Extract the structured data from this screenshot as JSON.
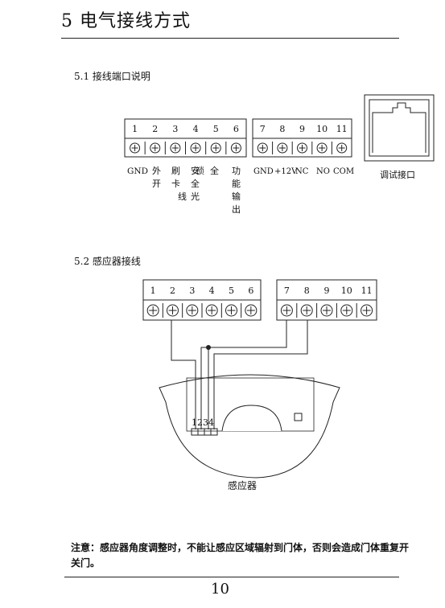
{
  "header": {
    "chapter_title": "5 电气接线方式"
  },
  "section1": {
    "heading": "5.1 接线端口说明",
    "left_block": {
      "numbers": [
        "1",
        "2",
        "3",
        "4",
        "5",
        "6"
      ],
      "labels": [
        {
          "num": "1",
          "text": "GND"
        },
        {
          "num": "2",
          "text": "外开"
        },
        {
          "num": "3",
          "text": "刷卡线"
        },
        {
          "num": "4",
          "text": "安全光"
        },
        {
          "num": "5",
          "text": "全"
        },
        {
          "num": "6",
          "text": "功能输出"
        }
      ],
      "overlap_char": "锁"
    },
    "right_block": {
      "numbers": [
        "7",
        "8",
        "9",
        "10",
        "11"
      ],
      "labels": [
        {
          "num": "7",
          "text": "GND"
        },
        {
          "num": "8",
          "text": "+12V"
        },
        {
          "num": "9",
          "text": "NC"
        },
        {
          "num": "10",
          "text": "NO"
        },
        {
          "num": "11",
          "text": "COM"
        }
      ]
    },
    "debug_port_label": "调试接口"
  },
  "section2": {
    "heading": "5.2 感应器接线",
    "left_block": {
      "numbers": [
        "1",
        "2",
        "3",
        "4",
        "5",
        "6"
      ]
    },
    "right_block": {
      "numbers": [
        "7",
        "8",
        "9",
        "10",
        "11"
      ]
    },
    "sensor_pins": "1234",
    "sensor_label": "感应器"
  },
  "note": {
    "text": "注意：感应器角度调整时，不能让感应区域辐射到门体，否则会造成门体重复开关门。"
  },
  "footer": {
    "page_number": "10"
  }
}
